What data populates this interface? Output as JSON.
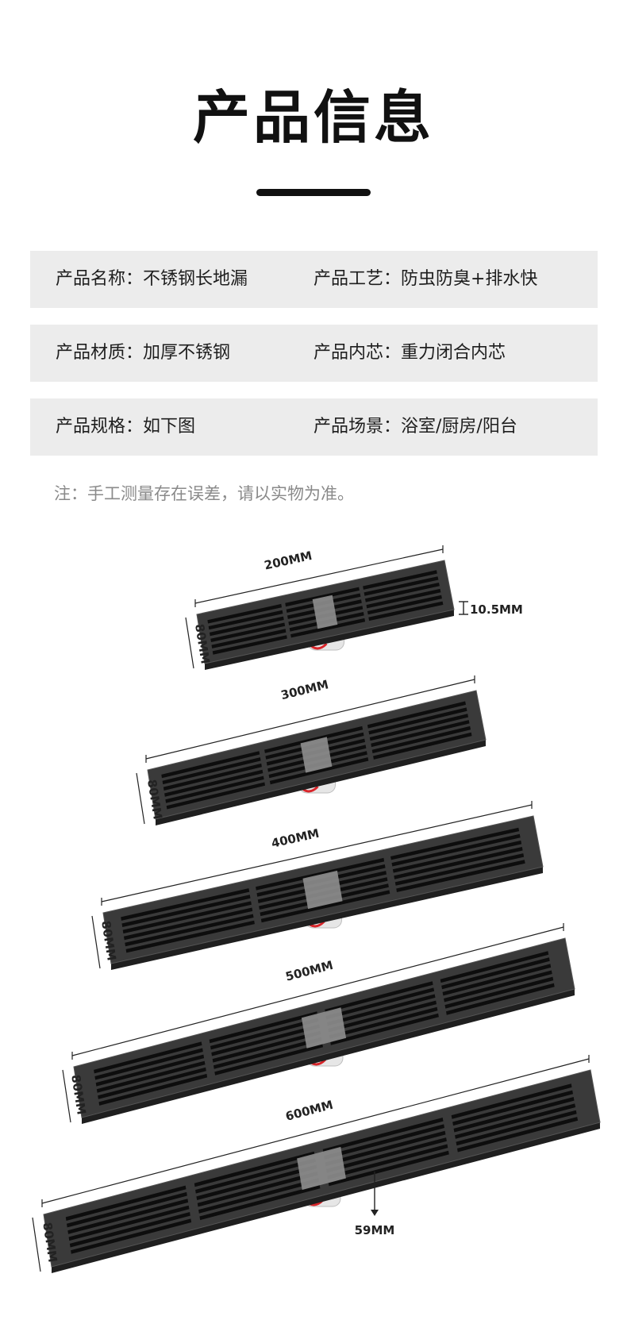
{
  "title": "产品信息",
  "specs": [
    {
      "left": "产品名称：不锈钢长地漏",
      "right": "产品工艺：防虫防臭+排水快"
    },
    {
      "left": "产品材质：加厚不锈钢",
      "right": "产品内芯：重力闭合内芯"
    },
    {
      "left": "产品规格：如下图",
      "right": "产品场景：浴室/厨房/阳台"
    }
  ],
  "note": "注：手工测量存在误差，请以实物为准。",
  "drains": [
    {
      "length_label": "200MM",
      "width_label": "80MM"
    },
    {
      "length_label": "300MM",
      "width_label": "80MM"
    },
    {
      "length_label": "400MM",
      "width_label": "80MM"
    },
    {
      "length_label": "500MM",
      "width_label": "80MM"
    },
    {
      "length_label": "600MM",
      "width_label": "80MM"
    }
  ],
  "thickness_label": "10.5MM",
  "core_depth_label": "59MM",
  "colors": {
    "grate": "#3a3a3a",
    "grate_dark": "#1f1f1f",
    "slot": "#0d0d0d",
    "core": "#e6e6e6",
    "accent_red": "#d9252a"
  }
}
